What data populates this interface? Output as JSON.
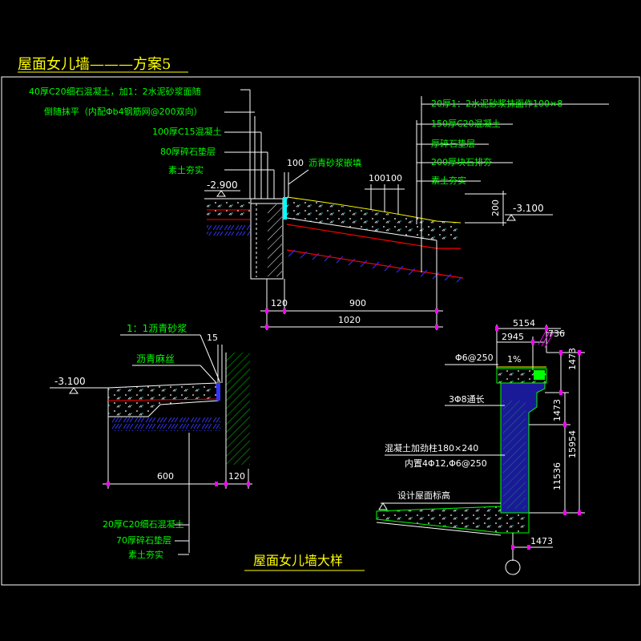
{
  "title": "屋面女儿墙———方案5",
  "caption": "屋面女儿墙大样",
  "colors": {
    "background": "#000000",
    "frame": "#ffffff",
    "title": "#ffff00",
    "label": "#00ff00",
    "dim": "#ffffff",
    "magenta": "#ff00ff",
    "red": "#ff0000",
    "blue": "#3333ff",
    "cyan": "#00ffff",
    "yellow": "#ffff00"
  },
  "detail1": {
    "left_notes": [
      "40厚C20细石混凝土，加1：2水泥砂浆面随",
      "倒随抹平（内配Φb4钢筋网@200双向）",
      "100厚C15混凝土",
      "80厚碎石垫层",
      "素土夯实"
    ],
    "right_notes": [
      "20厚1：2水泥砂浆抹面作100×8",
      "150厚C20混凝土",
      "厚碎石垫层",
      "200厚块石排夯",
      "素土夯实"
    ],
    "joint_dim": "100",
    "joint_note": "沥青砂浆嵌填",
    "groove_dims": "100100",
    "elev_left": "-2.900",
    "elev_right": "-3.100",
    "dim_200": "200",
    "dim_120": "120",
    "dim_900": "900",
    "dim_1020": "1020"
  },
  "detail2": {
    "note_top": "1：1沥青砂浆",
    "dim_15": "15",
    "note_mid": "沥青麻丝",
    "elev": "-3.100",
    "dim_600": "600",
    "dim_120": "120",
    "bottom_notes": [
      "20厚C20细石混凝土",
      "70厚碎石垫层",
      "素土夯实"
    ]
  },
  "detail3": {
    "dim_top": "5154",
    "dim_2945": "2945",
    "dim_736": "736",
    "rebar": "Φ6@250",
    "slope": "1%",
    "dim_1473_right_top": "1473",
    "bar_note": "3Φ8通长",
    "dim_1473_mid": "1473",
    "column_note_1": "混凝土加劲柱180×240",
    "column_note_2": "内置4Φ12,Φ6@250",
    "dim_11536": "11536",
    "dim_15954": "15954",
    "roof_label": "设计屋面标高",
    "dim_1473_bottom": "1473"
  }
}
